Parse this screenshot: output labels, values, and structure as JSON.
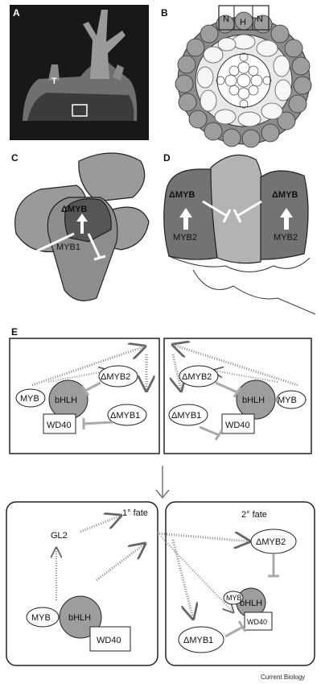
{
  "panels": {
    "a": {
      "letter": "A",
      "t_label": "T"
    },
    "b": {
      "letter": "B",
      "cells": [
        "N",
        "H",
        "N"
      ]
    },
    "c": {
      "letter": "C",
      "dmyb": "ΔMYB",
      "myb1": "MYB1"
    },
    "d": {
      "letter": "D",
      "dmyb_left": "ΔMYB",
      "myb2_left": "MYB2",
      "dmyb_right": "ΔMYB",
      "myb2_right": "MYB2"
    },
    "e": {
      "letter": "E",
      "left": {
        "myb": "MYB",
        "bhlh": "bHLH",
        "wd40": "WD40",
        "dmyb2": "ΔMYB2",
        "dmyb1": "ΔMYB1"
      },
      "right": {
        "dmyb2": "ΔMYB2",
        "bhlh": "bHLH",
        "myb": "MYB",
        "dmyb1": "ΔMYB1",
        "wd40": "WD40"
      },
      "bottom_left": {
        "gl2": "GL2",
        "fate": "1° fate",
        "myb": "MYB",
        "bhlh": "bHLH",
        "wd40": "WD40"
      },
      "bottom_right": {
        "fate": "2° fate",
        "dmyb2": "ΔMYB2",
        "myb": "MYB",
        "bhlh": "bHLH",
        "wd40": "WD40",
        "dmyb1": "ΔMYB1"
      }
    }
  },
  "credit": "Current Biology"
}
